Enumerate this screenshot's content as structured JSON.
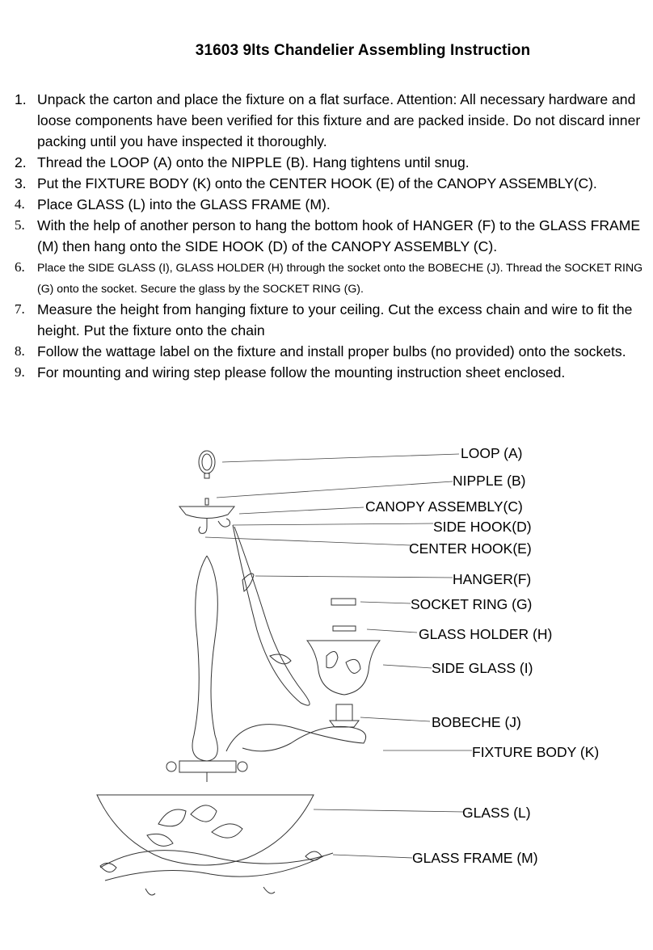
{
  "title": "31603 9lts Chandelier Assembling Instruction",
  "steps": [
    {
      "num": "1.",
      "text": "Unpack the carton and place the fixture on a flat surface. Attention: All necessary hardware and loose components have been verified for this fixture and are packed inside. Do not discard inner packing until you have inspected it thoroughly."
    },
    {
      "num": "2.",
      "text": "Thread the LOOP (A) onto the NIPPLE (B). Hang tightens until snug."
    },
    {
      "num": "3.",
      "text": "Put the FIXTURE BODY (K) onto the CENTER HOOK (E) of the CANOPY ASSEMBLY(C)."
    },
    {
      "num": "4.",
      "text": "Place GLASS (L) into the GLASS FRAME (M)."
    },
    {
      "num": "5.",
      "text": "With the help of another person to hang the bottom hook of HANGER (F) to the GLASS FRAME (M) then hang onto the SIDE HOOK (D) of the CANOPY ASSEMBLY (C)."
    },
    {
      "num": "6.",
      "text": "Place the SIDE GLASS (I), GLASS HOLDER (H) through the socket onto the BOBECHE (J). Thread the SOCKET RING (G) onto the socket. Secure the glass by the SOCKET RING (G)."
    },
    {
      "num": "7.",
      "text": "Measure the height from hanging fixture to your ceiling. Cut the excess chain and wire to fit the height. Put the fixture onto the chain"
    },
    {
      "num": "8.",
      "text": "Follow the wattage label on the fixture and install proper bulbs (no provided) onto the sockets."
    },
    {
      "num": "9.",
      "text": "For mounting and wiring step please follow the mounting instruction sheet enclosed."
    }
  ],
  "labels": {
    "loop": "LOOP (A)",
    "nipple": "NIPPLE (B)",
    "canopy": "CANOPY ASSEMBLY(C)",
    "side_hook": "SIDE HOOK(D)",
    "center_hook": "CENTER HOOK(E)",
    "hanger": "HANGER(F)",
    "socket_ring": "SOCKET RING (G)",
    "glass_holder": "GLASS HOLDER (H)",
    "side_glass": "SIDE GLASS (I)",
    "bobeche": "BOBECHE (J)",
    "fixture_body": "FIXTURE BODY (K)",
    "glass": "GLASS (L)",
    "glass_frame": "GLASS FRAME (M)"
  }
}
